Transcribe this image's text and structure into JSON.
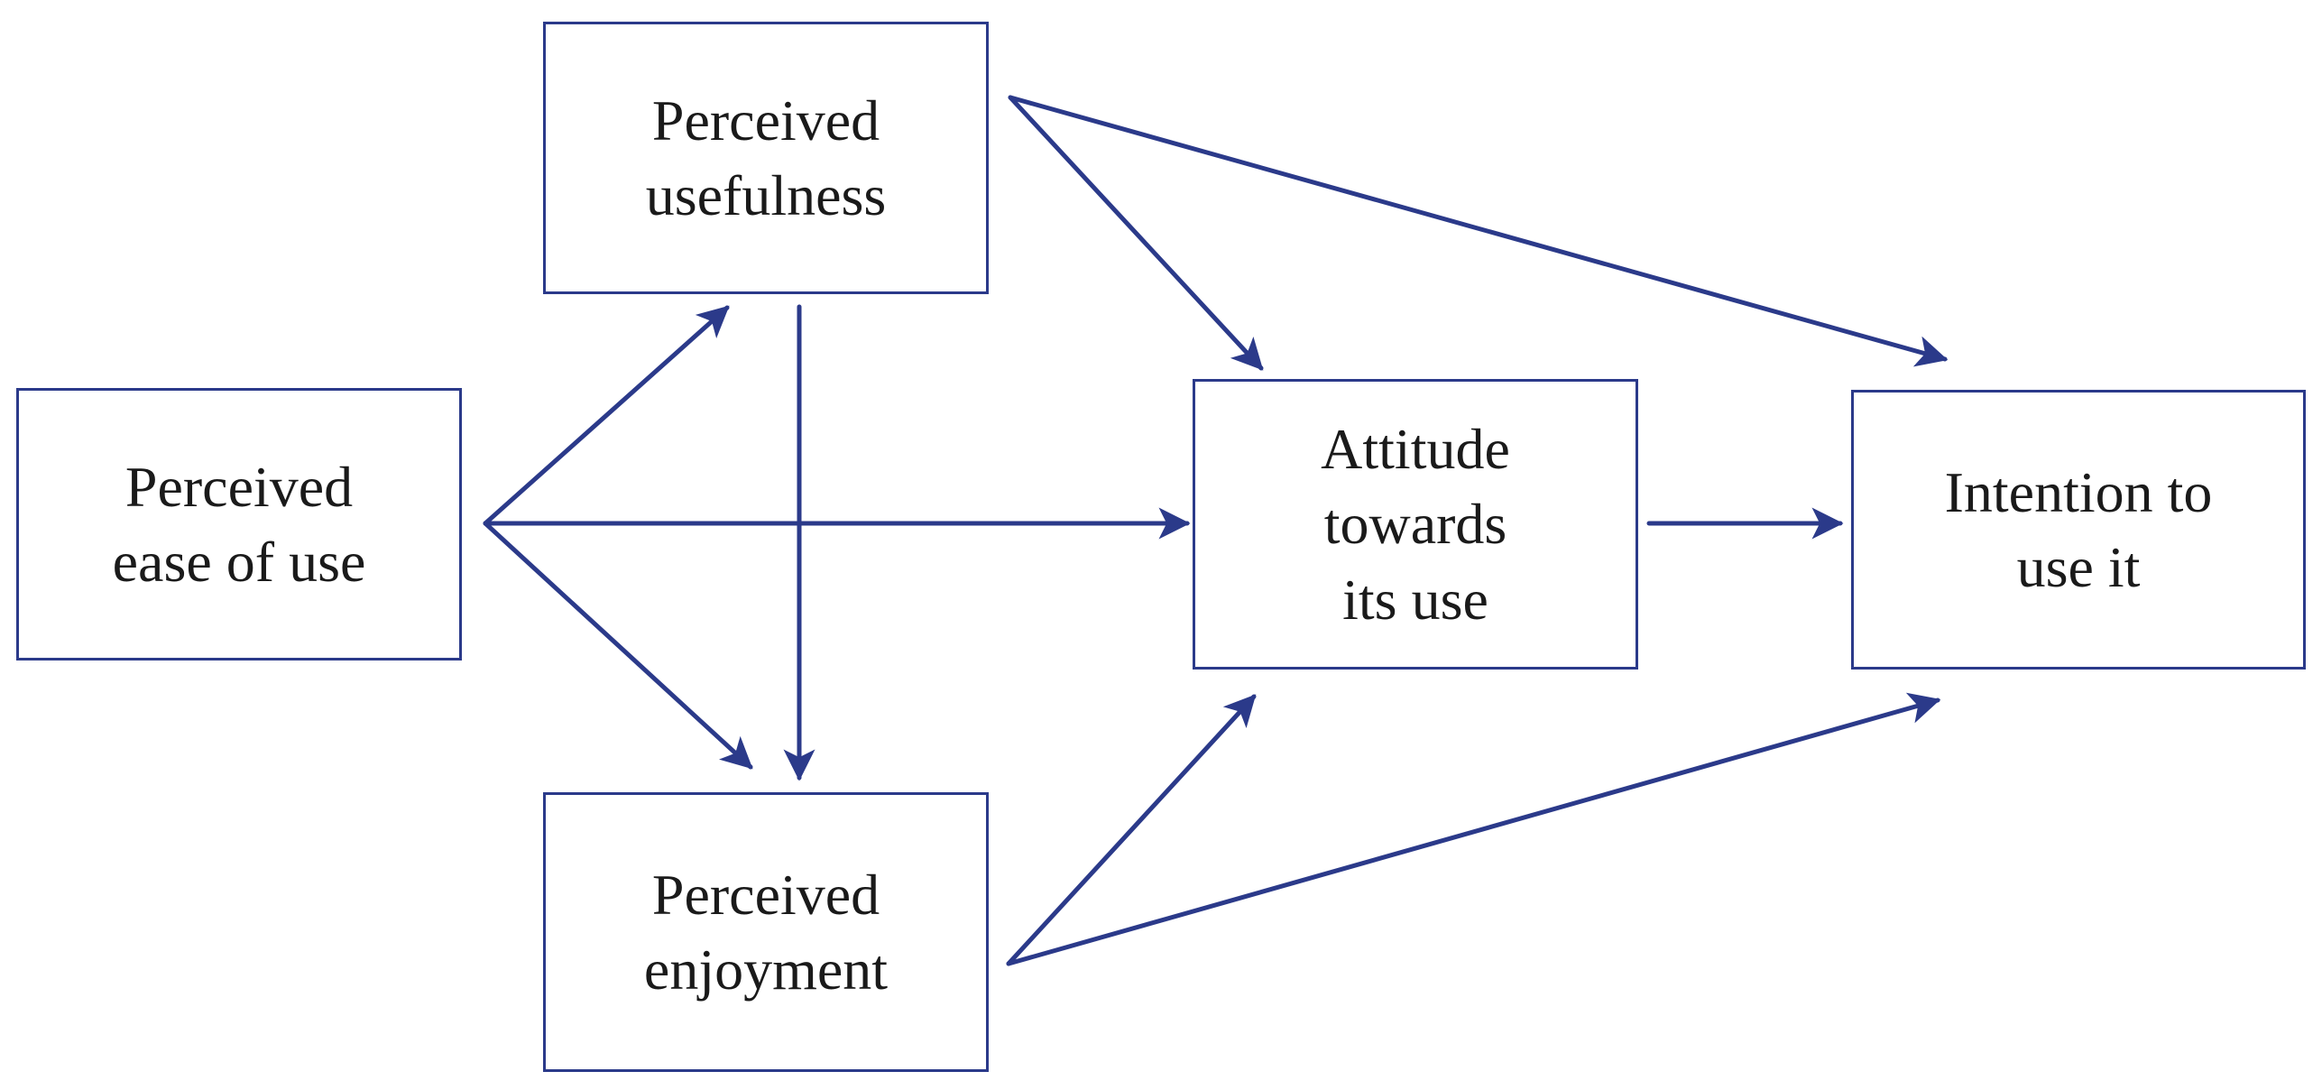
{
  "diagram": {
    "arrow_color": "#2b3a8a",
    "nodes": {
      "usefulness": {
        "line1": "Perceived",
        "line2": "usefulness"
      },
      "ease": {
        "line1": "Perceived",
        "line2": "ease of use"
      },
      "attitude": {
        "line1": "Attitude",
        "line2": "towards",
        "line3": "its use"
      },
      "intention": {
        "line1": "Intention to",
        "line2": "use it"
      },
      "enjoyment": {
        "line1": "Perceived",
        "line2": "enjoyment"
      }
    },
    "edges": [
      {
        "from": "ease",
        "to": "usefulness"
      },
      {
        "from": "ease",
        "to": "attitude"
      },
      {
        "from": "ease",
        "to": "enjoyment"
      },
      {
        "from": "usefulness",
        "to": "enjoyment"
      },
      {
        "from": "usefulness",
        "to": "attitude"
      },
      {
        "from": "usefulness",
        "to": "intention"
      },
      {
        "from": "attitude",
        "to": "intention"
      },
      {
        "from": "enjoyment",
        "to": "attitude"
      },
      {
        "from": "enjoyment",
        "to": "intention"
      }
    ]
  }
}
